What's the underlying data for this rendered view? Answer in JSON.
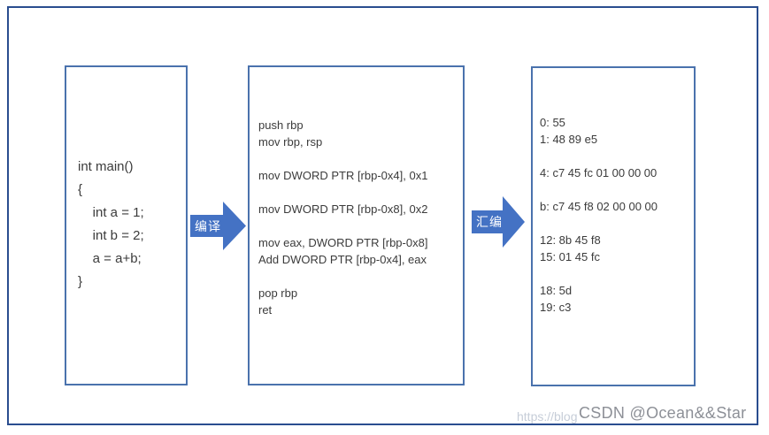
{
  "diagram": {
    "source_box": {
      "lines": [
        "int main()",
        "{",
        "    int a = 1;",
        "    int b = 2;",
        "    a = a+b;",
        "}"
      ]
    },
    "assembly_box": {
      "lines": [
        "push rbp",
        "mov rbp, rsp",
        "",
        "mov DWORD PTR [rbp-0x4], 0x1",
        "",
        "mov DWORD PTR [rbp-0x8], 0x2",
        "",
        "mov eax, DWORD PTR [rbp-0x8]",
        "Add DWORD PTR [rbp-0x4], eax",
        "",
        "pop rbp",
        "ret"
      ]
    },
    "machine_code_box": {
      "lines": [
        "0: 55",
        "1: 48 89 e5",
        "",
        "4: c7 45 fc 01 00 00 00",
        "",
        "b: c7 45 f8 02 00 00 00",
        "",
        "12: 8b 45 f8",
        "15: 01 45 fc",
        "",
        "18: 5d",
        "19: c3"
      ]
    },
    "arrows": {
      "compile_label": "编译",
      "assemble_label": "汇编"
    }
  },
  "watermark": {
    "url_fragment": "https://blog",
    "text": "CSDN @Ocean&&Star"
  },
  "colors": {
    "arrow_fill": "#4472C4",
    "box_border": "#4A72AD",
    "outer_border": "#2A4D8F",
    "code_text": "#3B3B3B",
    "watermark_text": "#8D9097",
    "watermark_faint": "#C6CDD8"
  }
}
